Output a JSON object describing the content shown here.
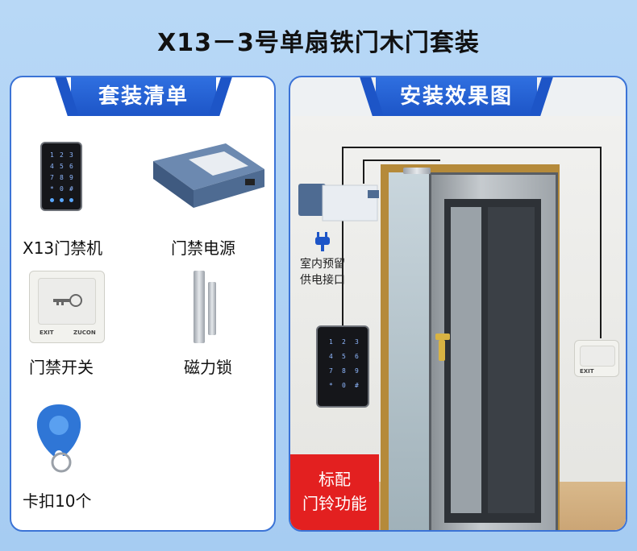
{
  "title": "X13－3号单扇铁门木门套装",
  "left_panel": {
    "tab": "套装清单",
    "items": [
      {
        "label": "X13门禁机"
      },
      {
        "label": "门禁电源"
      },
      {
        "label": "门禁开关"
      },
      {
        "label": "磁力锁"
      },
      {
        "label": "卡扣10个"
      }
    ],
    "keypad_keys": [
      "1",
      "2",
      "3",
      "4",
      "5",
      "6",
      "7",
      "8",
      "9",
      "*",
      "0",
      "#"
    ],
    "exit_text": "EXIT",
    "brand": "ZUCON"
  },
  "right_panel": {
    "tab": "安装效果图",
    "power_note_line1": "室内预留",
    "power_note_line2": "供电接口",
    "badge_line1": "标配",
    "badge_line2": "门铃功能",
    "exit_text": "EXIT"
  },
  "colors": {
    "accent": "#1d55c7",
    "badge": "#e32020",
    "background": "#b8d8f6"
  }
}
